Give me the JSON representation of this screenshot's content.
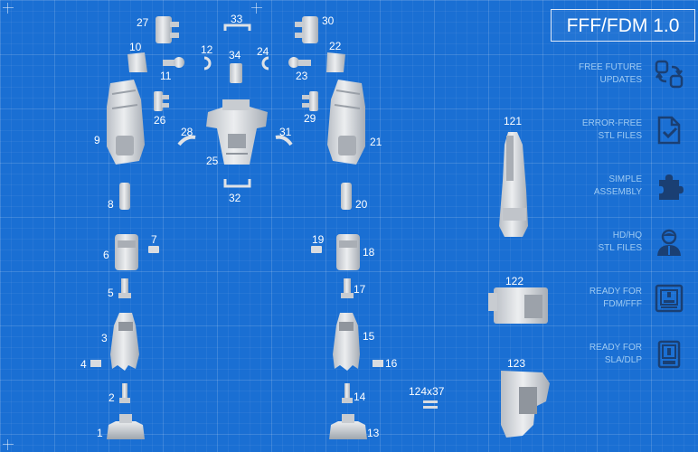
{
  "title": "FFF/FDM 1.0",
  "features": [
    {
      "line1": "FREE FUTURE",
      "line2": "UPDATES",
      "icon": "refresh-arrows-icon"
    },
    {
      "line1": "ERROR-FREE",
      "line2": "STL FILES",
      "icon": "file-check-icon"
    },
    {
      "line1": "SIMPLE",
      "line2": "ASSEMBLY",
      "icon": "puzzle-piece-icon"
    },
    {
      "line1": "HD/HQ",
      "line2": "STL FILES",
      "icon": "person-icon"
    },
    {
      "line1": "READY FOR",
      "line2": "FDM/FFF",
      "icon": "fdm-printer-icon"
    },
    {
      "line1": "READY FOR",
      "line2": "SLA/DLP",
      "icon": "sla-printer-icon"
    }
  ],
  "part_labels": {
    "p1": "1",
    "p2": "2",
    "p3": "3",
    "p4": "4",
    "p5": "5",
    "p6": "6",
    "p7": "7",
    "p8": "8",
    "p9": "9",
    "p10": "10",
    "p11": "11",
    "p12": "12",
    "p13": "13",
    "p14": "14",
    "p15": "15",
    "p16": "16",
    "p17": "17",
    "p18": "18",
    "p19": "19",
    "p20": "20",
    "p21": "21",
    "p22": "22",
    "p23": "23",
    "p24": "24",
    "p25": "25",
    "p26": "26",
    "p27": "27",
    "p28": "28",
    "p29": "29",
    "p30": "30",
    "p31": "31",
    "p32": "32",
    "p33": "33",
    "p34": "34",
    "p121": "121",
    "p122": "122",
    "p123": "123",
    "p124": "124x37"
  },
  "colors": {
    "background": "#1a6fd3",
    "part_fill": "#d9dce0",
    "part_shade": "#a9aeb5",
    "feature_text": "#9ecaf2",
    "feature_icon": "#1a3f73"
  }
}
